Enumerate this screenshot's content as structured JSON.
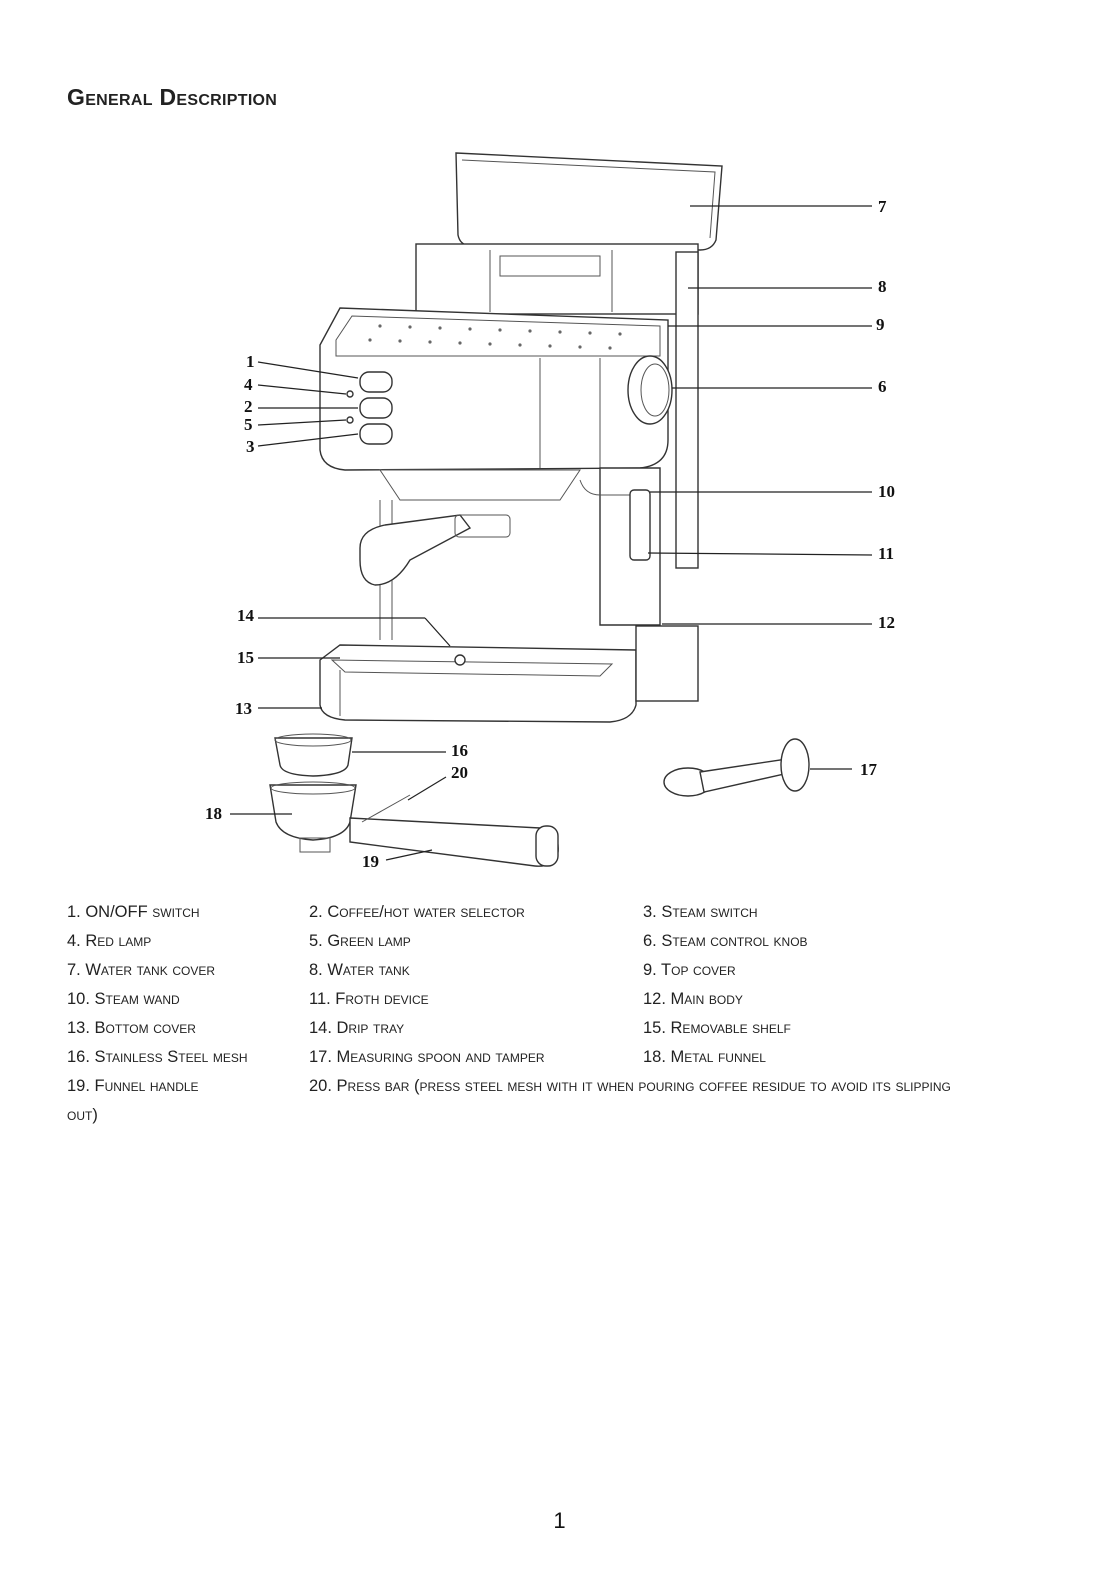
{
  "page": {
    "title": "General Description",
    "page_number": "1"
  },
  "diagram": {
    "callouts": [
      "1",
      "2",
      "3",
      "4",
      "5",
      "6",
      "7",
      "8",
      "9",
      "10",
      "11",
      "12",
      "13",
      "14",
      "15",
      "16",
      "17",
      "18",
      "19",
      "20"
    ]
  },
  "legend": {
    "items": [
      "1. ON/OFF switch",
      "2. Coffee/hot water selector",
      "3. Steam switch",
      "4. Red lamp",
      "5. Green lamp",
      "6. Steam control knob",
      "7. Water tank cover",
      "8. Water tank",
      "9. Top cover",
      "10. Steam wand",
      "11. Froth device",
      "12. Main body",
      "13. Bottom cover",
      "14. Drip tray",
      "15. Removable shelf",
      "16. Stainless Steel mesh",
      "17. Measuring spoon and tamper",
      "18. Metal funnel",
      "19. Funnel handle",
      "20. Press bar (press steel mesh with it when pouring coffee residue to avoid its slipping",
      "out)"
    ]
  }
}
